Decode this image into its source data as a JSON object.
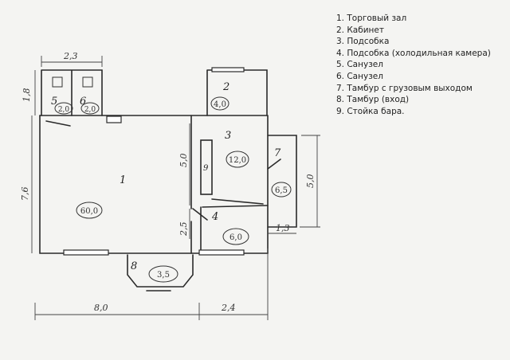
{
  "legend": [
    "1. Торговый зал",
    "2. Кабинет",
    "3. Подсобка",
    "4. Подсобка (холодильная камера)",
    "5. Санузел",
    "6. Санузел",
    "7. Тамбур с грузовым выходом",
    "8. Тамбур (вход)",
    "9. Стойка бара."
  ],
  "rooms": {
    "r1": {
      "num": "1",
      "area": "60,0"
    },
    "r2": {
      "num": "2",
      "area": "4,0"
    },
    "r3": {
      "num": "3",
      "area": "12,0"
    },
    "r4": {
      "num": "4",
      "area": "6,0"
    },
    "r5": {
      "num": "5",
      "area": "2,0"
    },
    "r6": {
      "num": "6",
      "area": "2,0"
    },
    "r7": {
      "num": "7",
      "area": "6,5"
    },
    "r8": {
      "num": "8",
      "area": "3,5"
    },
    "r9": {
      "num": "9"
    }
  },
  "dimensions": {
    "top_width": "2,3",
    "toilet_height": "1,8",
    "hall_height": "7,6",
    "room3_height": "5,0",
    "room4_height": "2,5",
    "vestibule7_height": "5,0",
    "vestibule7_width": "1,3",
    "bottom_left": "8,0",
    "bottom_right": "2,4"
  }
}
